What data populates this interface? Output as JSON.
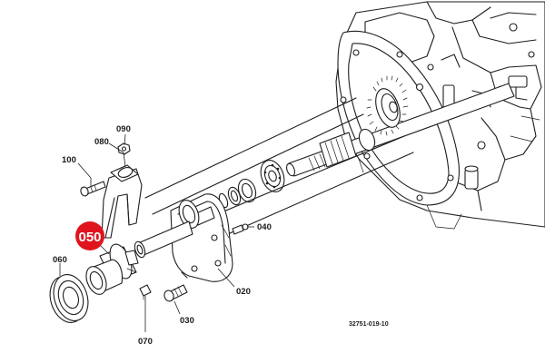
{
  "callouts": {
    "p090": "090",
    "p080": "080",
    "p100": "100",
    "p050": "050",
    "p060": "060",
    "p040": "040",
    "p020": "020",
    "p030": "030",
    "p070": "070"
  },
  "figure_code": "32751-019-10",
  "highlight": {
    "part": "050",
    "color": "#e0141e"
  },
  "colors": {
    "line": "#1e1e1e",
    "background": "#ffffff"
  }
}
